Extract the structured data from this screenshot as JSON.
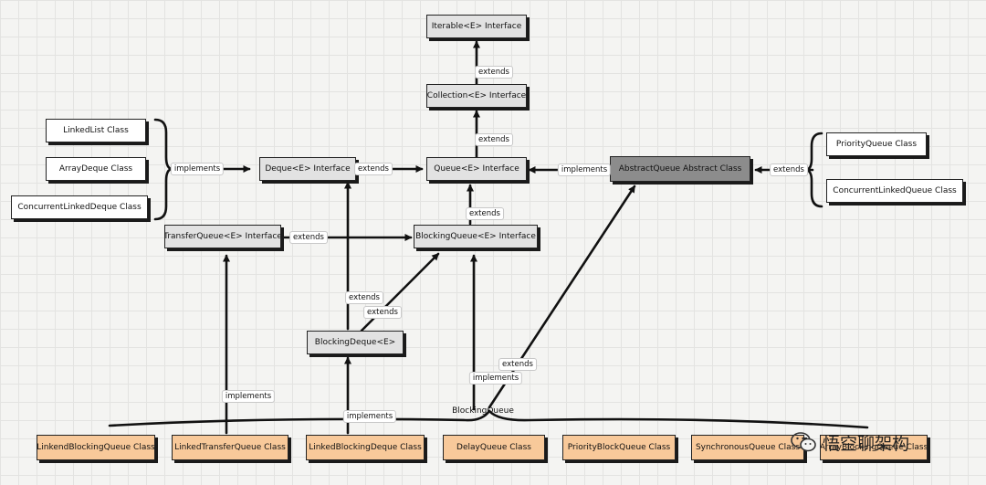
{
  "nodes": {
    "iterable": "Iterable<E> Interface",
    "collection": "Collection<E> Interface",
    "queue": "Queue<E> Interface",
    "deque": "Deque<E> Interface",
    "blocking_queue": "BlockingQueue<E> Interface",
    "transfer_queue": "TransferQueue<E> Interface",
    "blocking_deque": "BlockingDeque<E>",
    "abstract_queue": "AbstractQueue Abstract Class",
    "linked_list": "LinkedList Class",
    "array_deque": "ArrayDeque Class",
    "concurrent_linked_deque": "ConcurrentLinkedDeque Class",
    "priority_queue": "PriorityQueue Class",
    "concurrent_linked_queue": "ConcurrentLinkedQueue Class",
    "linkend_blocking_queue": "LinkendBlockingQueue Class",
    "linked_transfer_queue": "LinkedTransferQueue Class",
    "linked_blocking_deque": "LinkedBlockingDeque Class",
    "delay_queue": "DelayQueue Class",
    "priority_block_queue": "PriorityBlockQueue Class",
    "synchronous_queue": "SynchronousQueue Class",
    "array_blocking_queue": "ArrayBlockingQueue Class"
  },
  "edges": {
    "collection_iterable": "extends",
    "queue_collection": "extends",
    "deque_queue": "extends",
    "blocking_queue_queue": "extends",
    "transfer_blocking": "extends",
    "blocking_deque_deque": "extends",
    "blocking_deque_blocking_queue": "extends",
    "left_group_implements": "implements",
    "abstract_implements": "implements",
    "right_group_extends": "extends",
    "linked_transfer_implements": "implements",
    "linked_blocking_deque_implements": "implements",
    "blocking_queue_group_implements": "implements",
    "blocking_queue_group_extends": "extends"
  },
  "group_label": "BlockingQueue",
  "watermark": "悟空聊架构"
}
